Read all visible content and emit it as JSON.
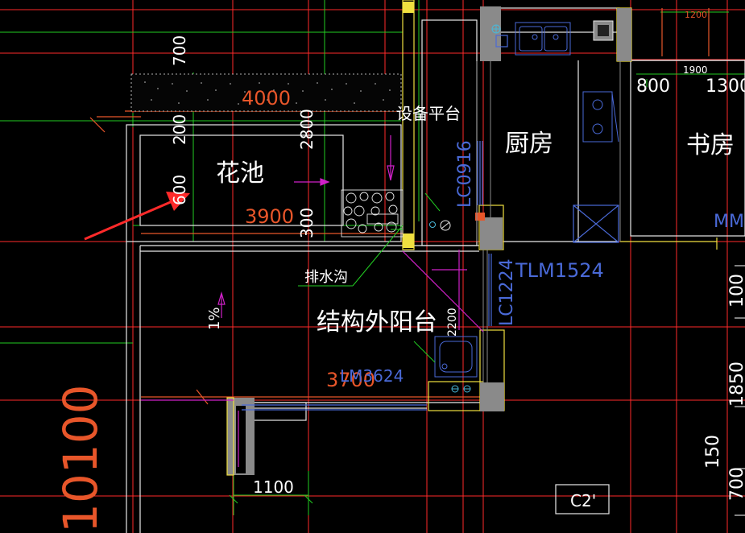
{
  "colors": {
    "background": "#000000",
    "axis_red": "#ff2a2a",
    "dim_green": "#22cc22",
    "wall_white": "#e8e8e8",
    "text_white": "#ffffff",
    "dim_orange": "#e8562a",
    "label_blue": "#4a6ad8",
    "magenta": "#d020c8",
    "yellow": "#f0e040",
    "gray_fill": "#8a8a8a"
  },
  "rooms": {
    "flower_bed": "花池",
    "equipment_platform": "设备平台",
    "kitchen": "厨房",
    "study": "书房",
    "external_balcony": "结构外阳台",
    "drain_channel": "排水沟"
  },
  "dimensions": {
    "d4000": "4000",
    "d3900": "3900",
    "d3700": "3700",
    "d1100": "1100",
    "d10100": "10100",
    "d700_top": "700",
    "d200": "200",
    "d600": "600",
    "d2800": "2800",
    "d300": "300",
    "d1200": "1200",
    "d1900": "1900",
    "d800": "800",
    "d1300": "1300",
    "d2200": "2200",
    "d100": "100",
    "d1850": "1850",
    "d150": "150",
    "d700_right": "700",
    "slope": "1%"
  },
  "openings": {
    "lc0916": "LC0916",
    "lc1224": "LC1224",
    "tlm1524": "TLM1524",
    "lm3624": "LM3624",
    "mm": "MM"
  },
  "tags": {
    "c2": "C2'"
  },
  "icons": [
    "red-arrow-icon",
    "double-sink-icon",
    "stove-icon",
    "floor-drain-icon",
    "basin-icon"
  ]
}
